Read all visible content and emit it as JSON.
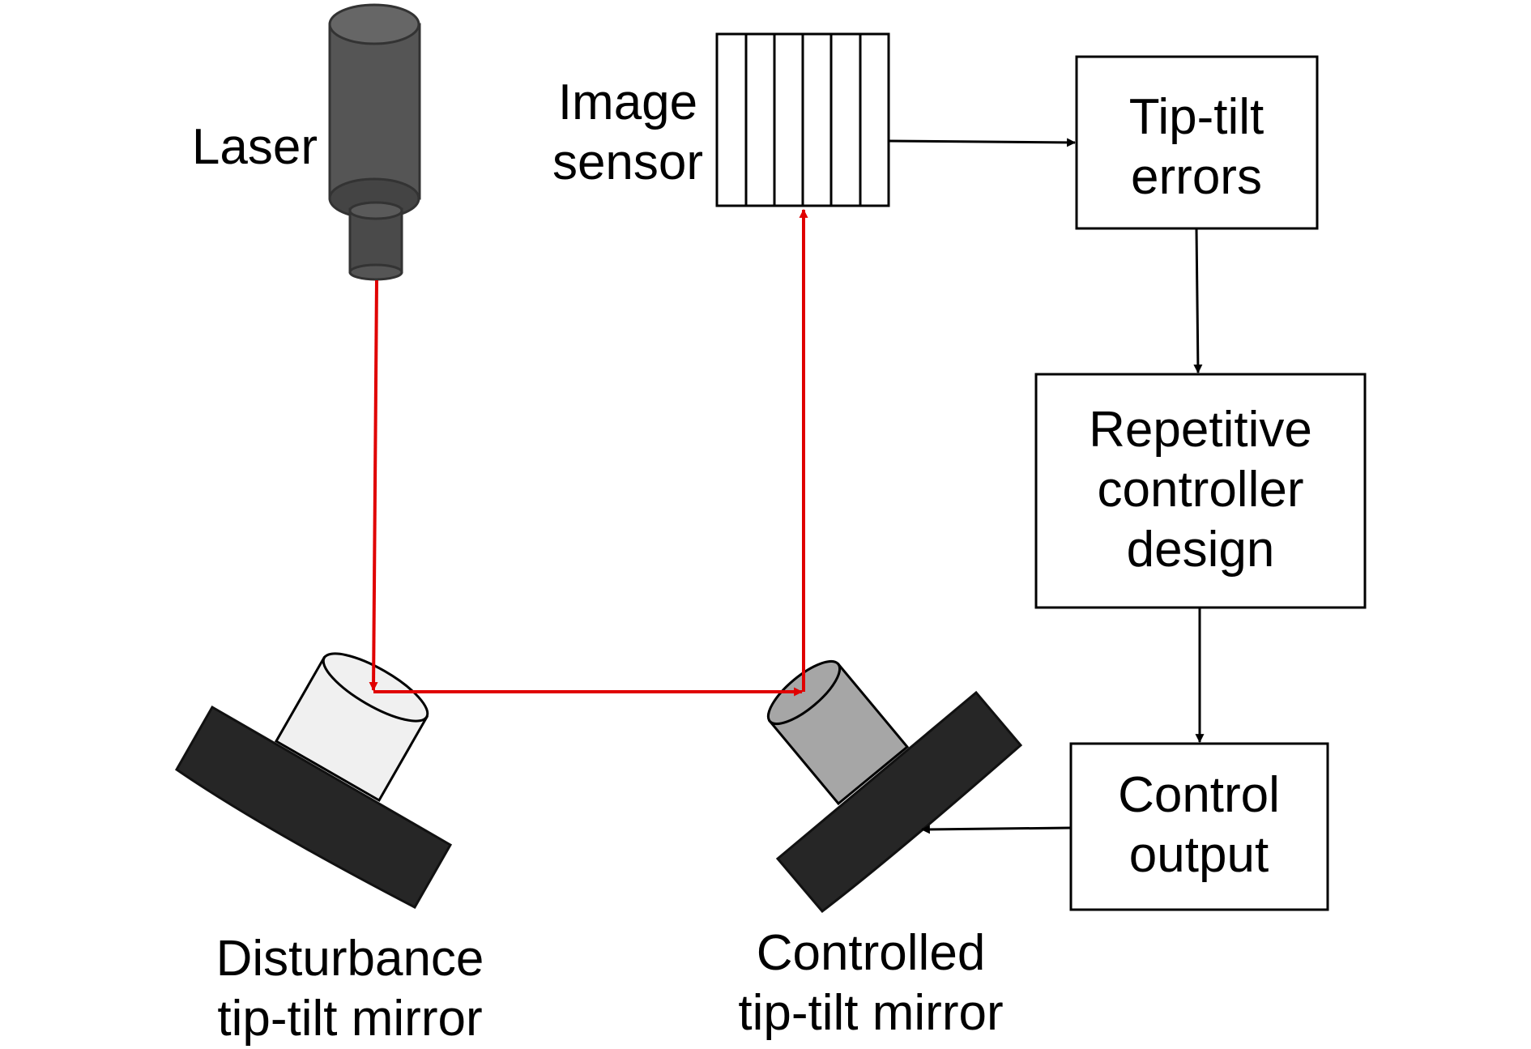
{
  "colors": {
    "beam": "#e00000",
    "arrow": "#000000",
    "laser_body": "#555555",
    "laser_dark": "#3a3a3a",
    "mirror_base": "#262626",
    "disturbance_barrel": "#f0f0f0",
    "controlled_barrel": "#a6a6a6",
    "box_stroke": "#000000"
  },
  "icons": {
    "laser": "laser-source-icon",
    "sensor": "image-sensor-icon",
    "disturbance_mirror": "tip-tilt-mirror-icon",
    "controlled_mirror": "tip-tilt-mirror-icon"
  },
  "labels": {
    "laser": "Laser",
    "image_sensor": [
      "Image",
      "sensor"
    ],
    "disturbance_mirror": [
      "Disturbance",
      "tip-tilt mirror"
    ],
    "controlled_mirror": [
      "Controlled",
      "tip-tilt mirror"
    ]
  },
  "boxes": {
    "tip_tilt_errors": [
      "Tip-tilt",
      "errors"
    ],
    "repetitive_controller": [
      "Repetitive",
      "controller",
      "design"
    ],
    "control_output": [
      "Control",
      "output"
    ]
  }
}
